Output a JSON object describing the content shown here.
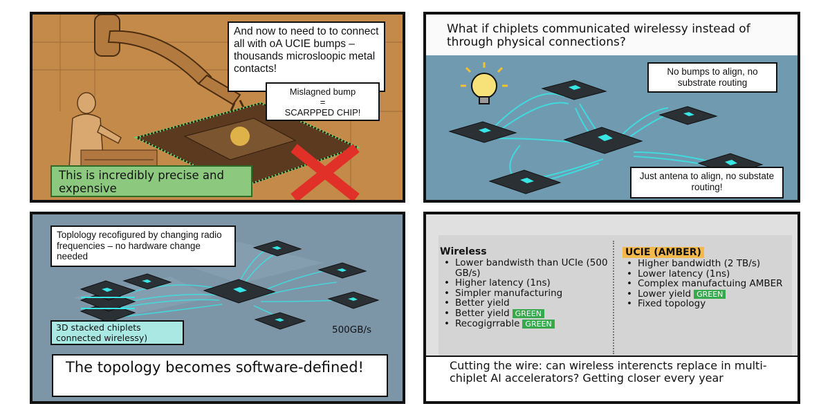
{
  "panel1": {
    "bubble_top": "And now to need to to connect all with oA UCIE bumps – thousands microsloopic metal contacts!",
    "bubble_bump_line1": "Mislagned bump",
    "bubble_bump_line2": "=",
    "bubble_bump_line3": "SCARPPED CHIP!",
    "caption": "This is incredibly precise and expensive",
    "colors": {
      "caption_bg": "#8cc97e",
      "cross": "#e03028",
      "scene": "#c48a4a"
    }
  },
  "panel2": {
    "title": "What if chiplets communicated wirelessy instead of through physical connections?",
    "bubble_top": "No bumps to align, no substrate routing",
    "bubble_bottom": "Just antena to align, no substate routing!",
    "icon": "lightbulb-icon",
    "colors": {
      "scene": "#6f9ab0",
      "link": "#38e6e6"
    }
  },
  "panel3": {
    "bubble": "Toplology recofigured by changing radio frequencies – no hardware change needed",
    "stack_label": "3D stacked chiplets connected wirelessy)",
    "bandwidth": "500GB/s",
    "caption": "The topology becomes software-defined!",
    "colors": {
      "stack_label_bg": "#a9e8e3",
      "scene": "#7c96a8"
    }
  },
  "panel4": {
    "wireless": {
      "heading": "Wireless",
      "items": [
        {
          "text": "Lower bandwisth than UCIe (500 GB/s)",
          "tag": ""
        },
        {
          "text": "Higher latency (1ns)",
          "tag": ""
        },
        {
          "text": "Simpler manufacturing",
          "tag": ""
        },
        {
          "text": "Better yield",
          "tag": ""
        },
        {
          "text": "Better yield",
          "tag": "GREEN"
        },
        {
          "text": "Recogigrrable",
          "tag": "GREEN"
        }
      ]
    },
    "ucie": {
      "heading": "UCIE (AMBER)",
      "items": [
        {
          "text": "Higher bandwidth (2 TB/s)",
          "tag": ""
        },
        {
          "text": "Lower latency (1ns)",
          "tag": ""
        },
        {
          "text": "Complex manufactuing AMBER",
          "tag": ""
        },
        {
          "text": "Lower yield",
          "tag": "GREEN"
        },
        {
          "text": "Fixed topology",
          "tag": ""
        }
      ]
    },
    "caption": "Cutting the wire: can wireless interencts replace in multi-chiplet AI accelerators? Getting closer every year",
    "colors": {
      "ucie_heading_bg": "#f4b94a",
      "tag": "#35a94b"
    }
  }
}
